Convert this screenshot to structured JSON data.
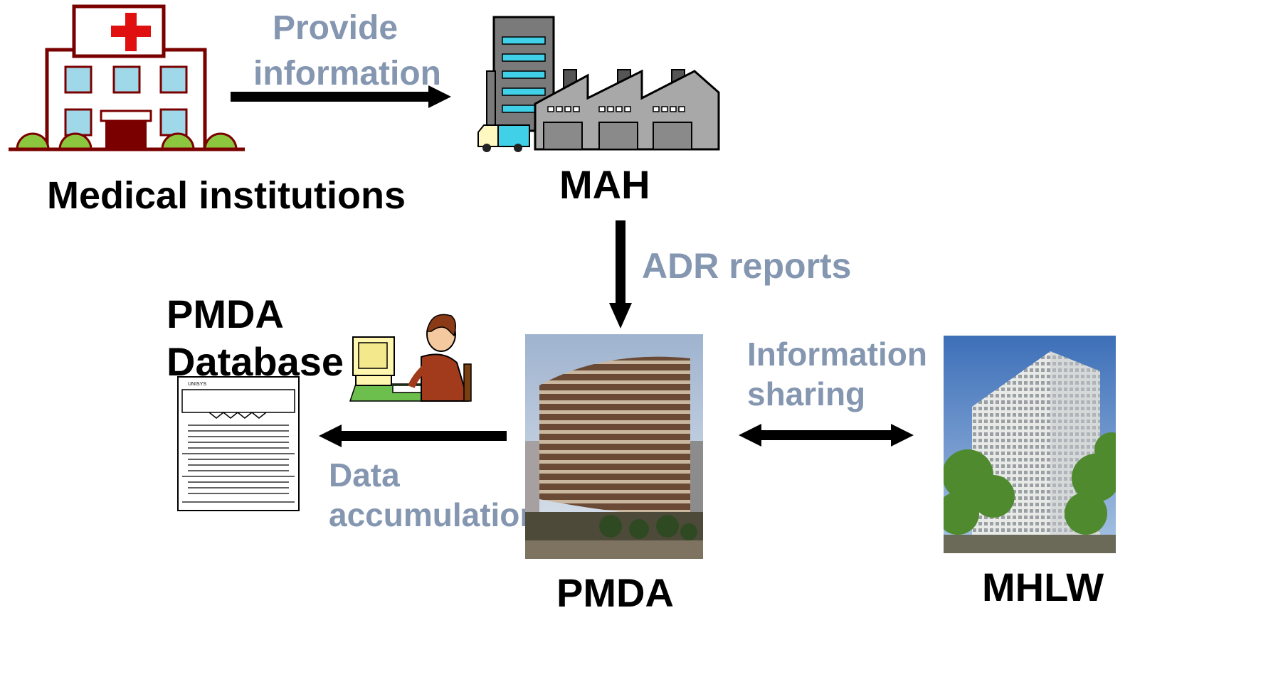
{
  "nodes": {
    "medical_institutions": "Medical institutions",
    "mah": "MAH",
    "pmda_database": [
      "PMDA",
      "Database"
    ],
    "pmda": "PMDA",
    "mhlw": "MHLW"
  },
  "flows": {
    "provide_information": [
      "Provide",
      "information"
    ],
    "adr_reports": "ADR reports",
    "data_accumulation": [
      "Data",
      "accumulation"
    ],
    "information_sharing": [
      "Information",
      "sharing"
    ]
  },
  "colors": {
    "flow_text": "#8496b0",
    "node_text": "#000000",
    "arrow": "#000000",
    "hospital_outline": "#7a0000",
    "hospital_cross": "#e01010",
    "window": "#9fd8e8",
    "bush": "#8cc63f"
  },
  "icons": [
    "hospital-icon",
    "factory-icon",
    "server-icon",
    "computer-user-icon",
    "pmda-building-photo",
    "mhlw-building-photo"
  ]
}
